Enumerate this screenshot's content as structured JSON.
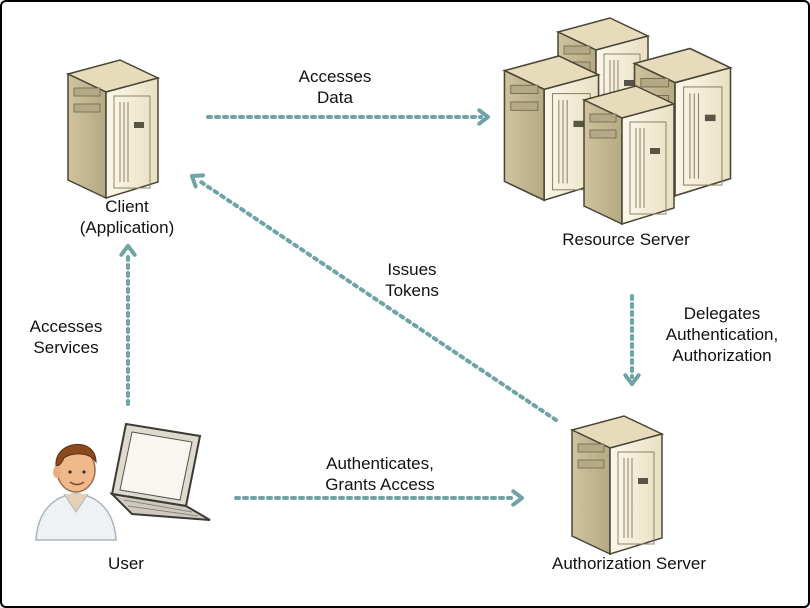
{
  "nodes": {
    "client": {
      "line1": "Client",
      "line2": "(Application)"
    },
    "resource_server": {
      "label": "Resource Server"
    },
    "authorization_server": {
      "label": "Authorization Server"
    },
    "user": {
      "label": "User"
    }
  },
  "edges": {
    "accesses_data": {
      "line1": "Accesses",
      "line2": "Data"
    },
    "issues_tokens": {
      "line1": "Issues",
      "line2": "Tokens"
    },
    "accesses_services": {
      "line1": "Accesses",
      "line2": "Services"
    },
    "delegates": {
      "line1": "Delegates",
      "line2": "Authentication,",
      "line3": "Authorization"
    },
    "authenticates": {
      "line1": "Authenticates,",
      "line2": "Grants Access"
    }
  },
  "colors": {
    "arrow": "#6fa3a6",
    "server_body": "#f3ecd6",
    "server_side": "#d9cfae",
    "server_dark": "#b7aa86",
    "outline": "#4a4636"
  }
}
